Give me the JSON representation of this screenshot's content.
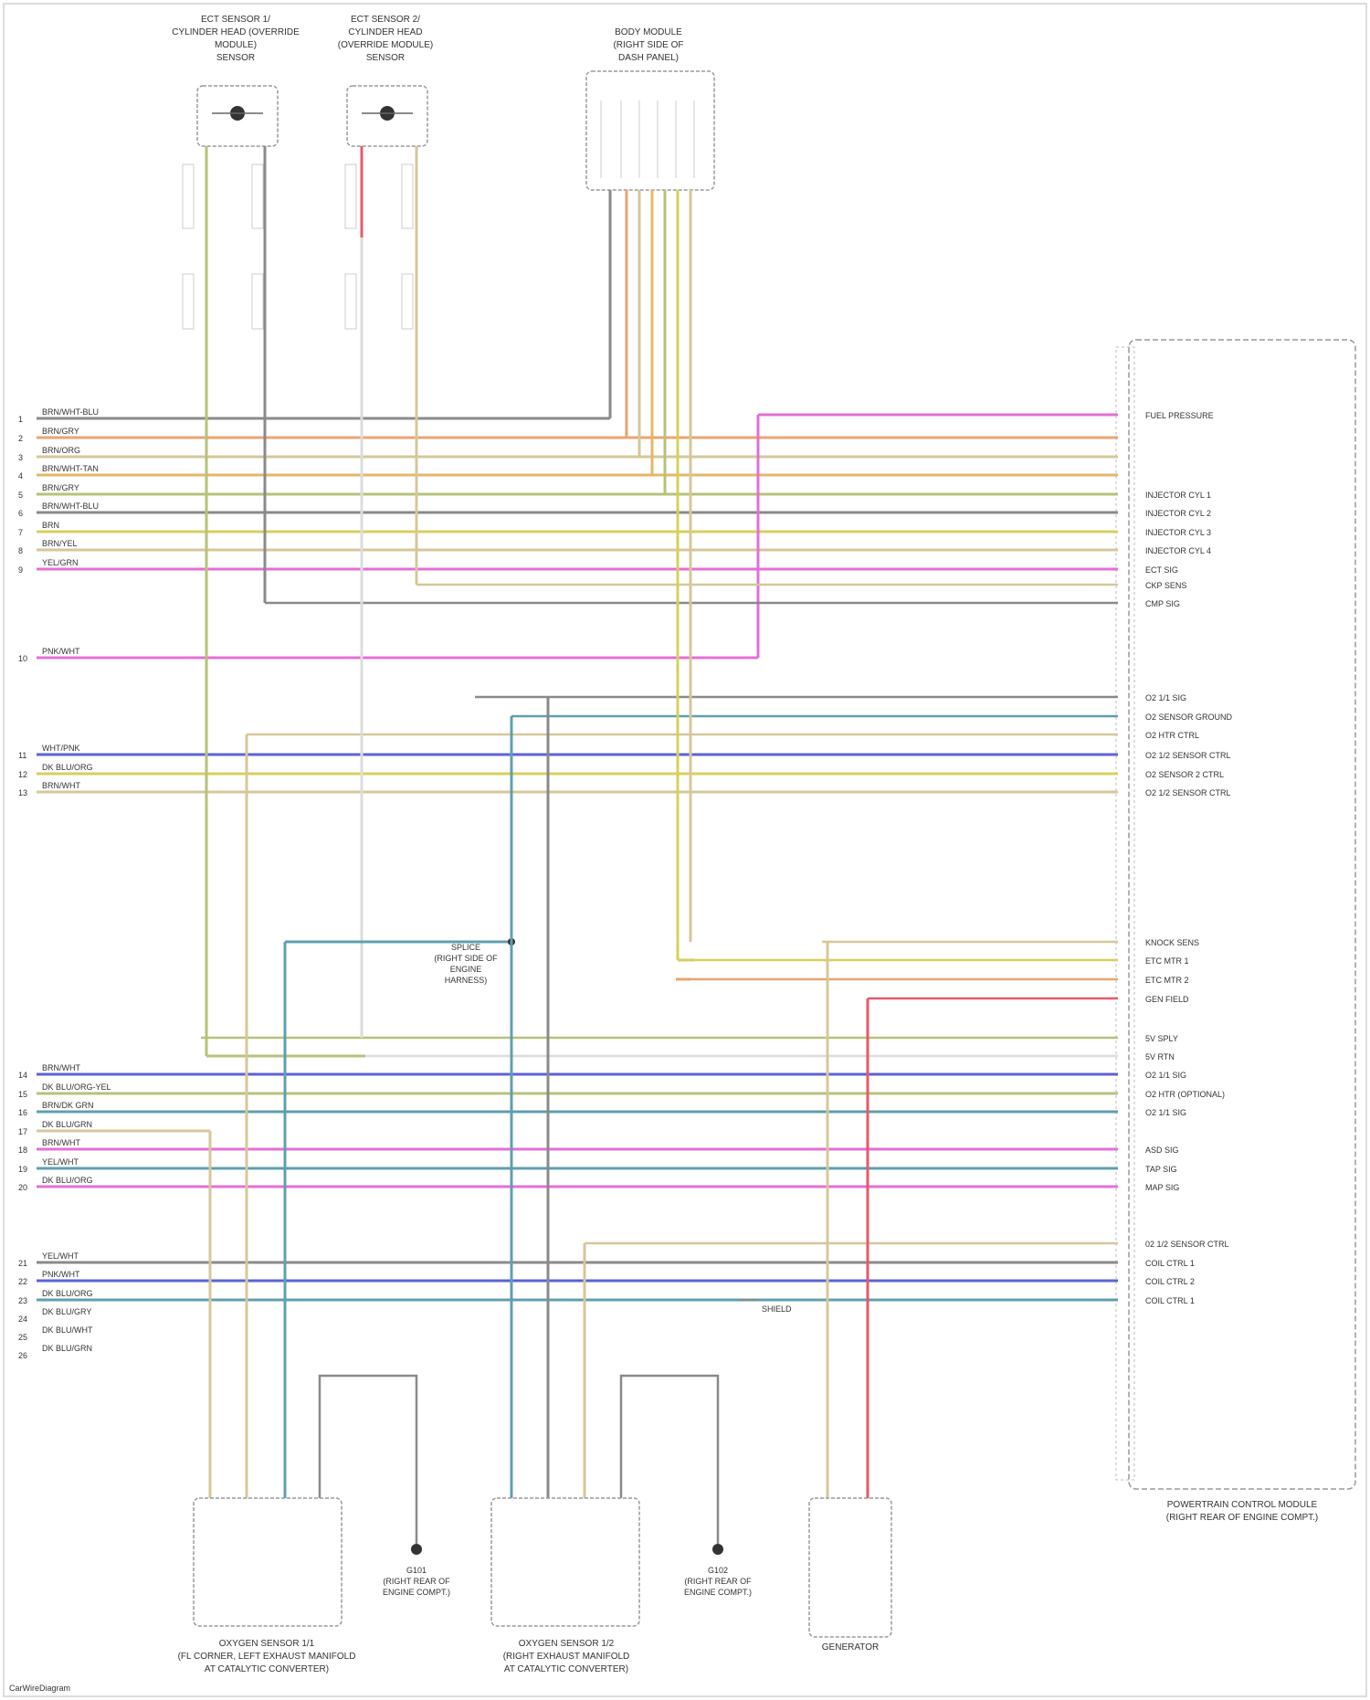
{
  "components": {
    "sensor_left": {
      "title": [
        "ECT SENSOR 1/",
        "CYLINDER HEAD (OVERRIDE",
        "MODULE)",
        "SENSOR"
      ]
    },
    "sensor_right": {
      "title": [
        "ECT SENSOR 2/",
        "CYLINDER HEAD",
        "(OVERRIDE MODULE)",
        "SENSOR"
      ]
    },
    "top_connector": {
      "title": [
        "BODY MODULE",
        "(RIGHT SIDE OF",
        "DASH PANEL)"
      ]
    },
    "pcm": {
      "title": [
        "POWERTRAIN CONTROL MODULE",
        "(RIGHT REAR OF ENGINE COMPT.)"
      ]
    },
    "o2_left": {
      "title": [
        "OXYGEN SENSOR 1/1",
        "(FL CORNER, LEFT EXHAUST MANIFOLD",
        "AT CATALYTIC CONVERTER)"
      ]
    },
    "o2_right": {
      "title": [
        "OXYGEN SENSOR 1/2",
        "(RIGHT EXHAUST MANIFOLD",
        "AT CATALYTIC CONVERTER)"
      ]
    },
    "generator": {
      "title": [
        "GENERATOR"
      ]
    },
    "ground_left": {
      "title": [
        "G101",
        "(RIGHT REAR OF",
        "ENGINE COMPT.)"
      ]
    },
    "ground_right": {
      "title": [
        "G102",
        "(RIGHT REAR OF",
        "ENGINE COMPT.)"
      ]
    },
    "splice_label": {
      "title": [
        "SPLICE",
        "(RIGHT SIDE OF",
        "ENGINE",
        "HARNESS)"
      ]
    },
    "shield_label": "SHIELD"
  },
  "left_wires": [
    {
      "num": "1",
      "label": "BRN/WHT-BLU"
    },
    {
      "num": "2",
      "label": "BRN/GRY"
    },
    {
      "num": "3",
      "label": "BRN/ORG"
    },
    {
      "num": "4",
      "label": "BRN/WHT-TAN"
    },
    {
      "num": "5",
      "label": "BRN/GRY"
    },
    {
      "num": "6",
      "label": "BRN/WHT-BLU"
    },
    {
      "num": "7",
      "label": "BRN"
    },
    {
      "num": "8",
      "label": "BRN/YEL"
    },
    {
      "num": "9",
      "label": "YEL/GRN"
    },
    {
      "num": "10",
      "label": "PNK/WHT"
    },
    {
      "num": "11",
      "label": "WHT/PNK"
    },
    {
      "num": "12",
      "label": "DK BLU/ORG"
    },
    {
      "num": "13",
      "label": "BRN/WHT"
    },
    {
      "num": "14",
      "label": "BRN/WHT"
    },
    {
      "num": "15",
      "label": "DK BLU/ORG-YEL"
    },
    {
      "num": "16",
      "label": "BRN/DK GRN"
    },
    {
      "num": "17",
      "label": "DK BLU/GRN"
    },
    {
      "num": "18",
      "label": "BRN/WHT"
    },
    {
      "num": "19",
      "label": "YEL/WHT"
    },
    {
      "num": "20",
      "label": "DK BLU/ORG"
    },
    {
      "num": "21",
      "label": "YEL/WHT"
    },
    {
      "num": "22",
      "label": "PNK/WHT"
    },
    {
      "num": "23",
      "label": "DK BLU/ORG"
    },
    {
      "num": "24",
      "label": "DK BLU/GRY"
    },
    {
      "num": "25",
      "label": "DK BLU/WHT"
    },
    {
      "num": "26",
      "label": "DK BLU/GRN"
    }
  ],
  "pcm_pins": [
    {
      "label": "FUEL PRESSURE"
    },
    {
      "label": "INJECTOR CYL 1"
    },
    {
      "label": "INJECTOR CYL 2"
    },
    {
      "label": "INJECTOR CYL 3"
    },
    {
      "label": "INJECTOR CYL 4"
    },
    {
      "label": "ECT SIG"
    },
    {
      "label": "CKP SENS"
    },
    {
      "label": "CMP SIG"
    },
    {
      "label": "O2 1/1 SIG"
    },
    {
      "label": "O2 SENSOR GROUND"
    },
    {
      "label": "O2 HTR CTRL"
    },
    {
      "label": "O2 1/2 SENSOR CTRL"
    },
    {
      "label": "O2 SENSOR 2 CTRL"
    },
    {
      "label": "O2 1/2 SENSOR CTRL"
    },
    {
      "label": "KNOCK SENS"
    },
    {
      "label": "ETC MTR 1"
    },
    {
      "label": "ETC MTR 2"
    },
    {
      "label": "GEN FIELD"
    },
    {
      "label": "5V SPLY"
    },
    {
      "label": "5V RTN"
    },
    {
      "label": "O2 1/1 SIG"
    },
    {
      "label": "O2 HTR (OPTIONAL)"
    },
    {
      "label": "O2 1/1 SIG"
    },
    {
      "label": "ASD SIG"
    },
    {
      "label": "TAP SIG"
    },
    {
      "label": "MAP SIG"
    },
    {
      "label": "02 1/2 SENSOR CTRL"
    },
    {
      "label": "COIL CTRL 1"
    },
    {
      "label": "COIL CTRL 2"
    },
    {
      "label": "COIL CTRL 1"
    }
  ],
  "colors": {
    "gray": "#8a8a8a",
    "pink": "#e46fd6",
    "tan": "#d6c79a",
    "yellow": "#d8cf5b",
    "orange": "#eaa572",
    "blue": "#5a63d8",
    "teal": "#5f9fb0",
    "red": "#e65a6a",
    "green": "#b7c27a",
    "white": "#dcdcdc",
    "gold": "#e3b866"
  },
  "footer": {
    "watermark": "CarWireDiagram"
  }
}
